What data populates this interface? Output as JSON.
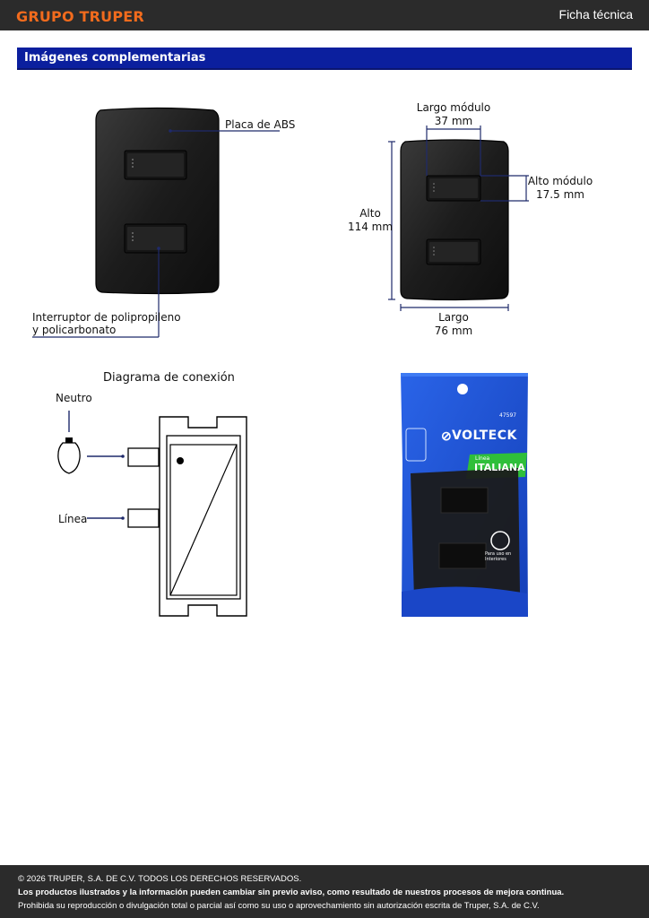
{
  "header": {
    "brand": "GRUPO TRUPER",
    "doc_type": "Ficha técnica"
  },
  "section": {
    "title": "Imágenes complementarias"
  },
  "figure_parts": {
    "plate_label": "Placa de ABS",
    "switch_label_line1": "Interruptor de polipropileno",
    "switch_label_line2": "y policarbonato"
  },
  "figure_dimensions": {
    "module_width_label": "Largo módulo",
    "module_width_value": "37 mm",
    "module_height_label": "Alto módulo",
    "module_height_value": "17.5 mm",
    "height_label": "Alto",
    "height_value": "114 mm",
    "width_label": "Largo",
    "width_value": "76 mm"
  },
  "connection_diagram": {
    "title": "Diagrama de conexión",
    "neutral_label": "Neutro",
    "line_label": "Línea"
  },
  "package": {
    "code": "47597",
    "brand": "VOLTECK",
    "line_small": "Línea",
    "line_name": "ITALIANA",
    "usage": "Para uso en Interiores"
  },
  "colors": {
    "brand_orange": "#f26b1d",
    "section_blue": "#0b1f9e",
    "callout_navy": "#1f2a6b",
    "package_blue": "#1d4fd6",
    "package_green": "#2fbf3a"
  },
  "footer": {
    "copyright": "© 2026 TRUPER, S.A. DE C.V. TODOS LOS DERECHOS RESERVADOS.",
    "notice": "Los productos ilustrados y la información pueden cambiar sin previo aviso, como resultado de nuestros procesos de mejora continua.",
    "prohibition": "Prohibida su reproducción o divulgación total o parcial así como su uso o aprovechamiento sin autorización escrita de Truper, S.A. de C.V."
  }
}
